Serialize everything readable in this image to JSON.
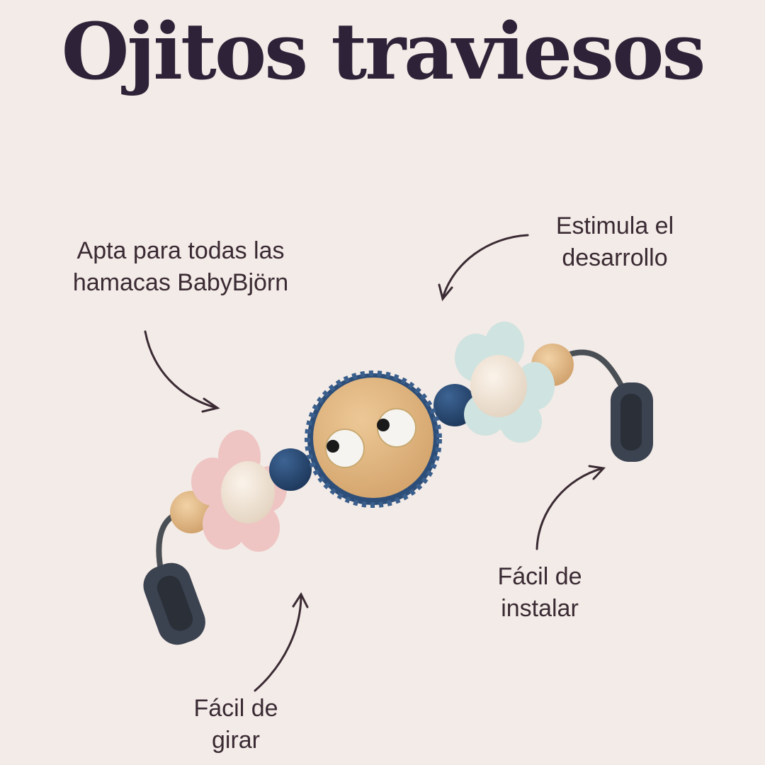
{
  "title": "Ojitos traviesos",
  "features": [
    {
      "lines": [
        "Apta para todas las",
        "hamacas BabyBjörn"
      ]
    },
    {
      "lines": [
        "Estimula el",
        "desarrollo"
      ]
    },
    {
      "lines": [
        "Fácil de",
        "instalar"
      ]
    },
    {
      "lines": [
        "Fácil de",
        "girar"
      ]
    }
  ],
  "colors": {
    "background": "#f3ebe7",
    "title": "#2e2238",
    "text": "#3a2a33",
    "pink": "#eec5c3",
    "mint": "#cfe3e0",
    "navy": "#2d4e78",
    "wood": "#e0b685"
  }
}
